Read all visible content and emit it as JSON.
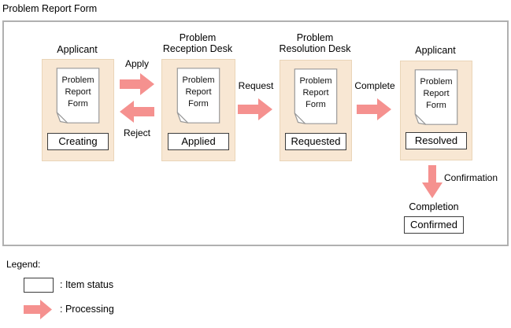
{
  "title": "Problem Report Form",
  "diagram": {
    "stations": [
      {
        "name": "Applicant",
        "document": "Problem Report Form",
        "status": "Creating"
      },
      {
        "name": "Problem Reception Desk",
        "document": "Problem Report Form",
        "status": "Applied"
      },
      {
        "name": "Problem Resolution Desk",
        "document": "Problem Report Form",
        "status": "Requested"
      },
      {
        "name": "Applicant",
        "document": "Problem Report Form",
        "status": "Resolved"
      }
    ],
    "transitions": {
      "apply": "Apply",
      "reject": "Reject",
      "request": "Request",
      "complete": "Complete",
      "confirmation": "Confirmation"
    },
    "completion": {
      "label": "Completion",
      "status": "Confirmed"
    }
  },
  "legend": {
    "title": "Legend:",
    "item_status_label": ": Item status",
    "processing_label": ": Processing"
  },
  "colors": {
    "arrow": "#f5918f",
    "station_fill": "#f8e7d3",
    "station_border": "#ead5b8",
    "frame_border": "#b0b0b0",
    "document_border": "#999999"
  }
}
